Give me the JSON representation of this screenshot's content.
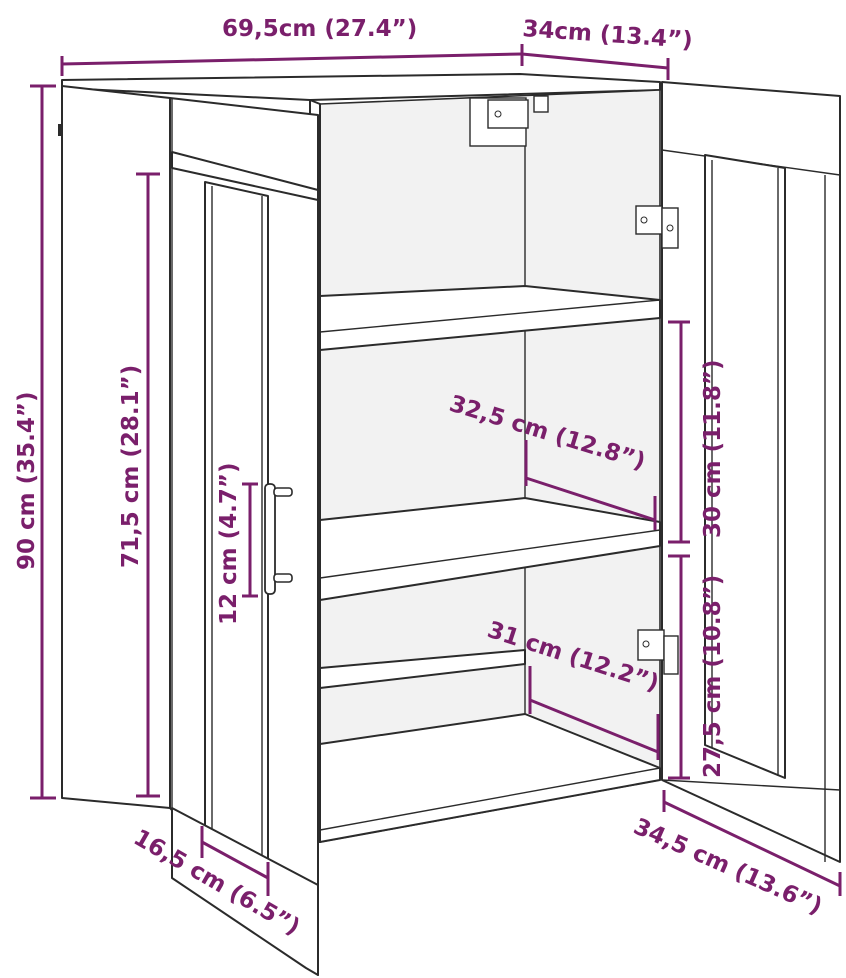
{
  "figure": {
    "type": "cabinet dimension drawing",
    "accent_color": "#7a1f6b",
    "line_color": "#2b2b2b"
  },
  "dimensions": {
    "total_width": "69,5cm (27.4”)",
    "depth": "34cm (13.4”)",
    "total_height": "90 cm (35.4”)",
    "door_height": "71,5 cm (28.1”)",
    "handle_length": "12 cm (4.7”)",
    "door_frame_width": "16,5 cm (6.5”)",
    "shelf_depth_upper": "32,5 cm (12.8”)",
    "shelf_depth_lower": "31 cm (12.2”)",
    "upper_compartment_height": "30 cm (11.8”)",
    "middle_compartment_height": "27,5 cm (10.8”)",
    "door_width": "34,5 cm (13.6”)"
  },
  "icons": [
    "cabinet-illustration",
    "hinge-icon",
    "handle-icon"
  ]
}
